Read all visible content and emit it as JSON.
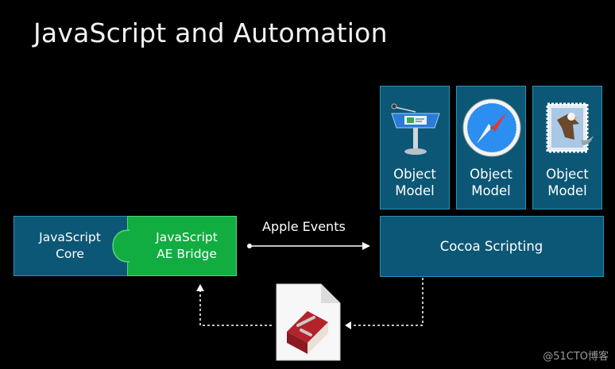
{
  "title": "JavaScript and Automation",
  "object_models": [
    {
      "label": "Object Model",
      "icon": "keynote-icon"
    },
    {
      "label": "Object Model",
      "icon": "safari-compass-icon"
    },
    {
      "label": "Object Model",
      "icon": "mail-stamp-eagle-icon"
    }
  ],
  "javascript_core": {
    "line1": "JavaScript",
    "line2": "Core"
  },
  "ae_bridge": {
    "line1": "JavaScript",
    "line2": "AE Bridge"
  },
  "arrow_label": "Apple Events",
  "cocoa_scripting": "Cocoa Scripting",
  "dictionary_icon": "scripting-dictionary-icon",
  "watermark": "@51CTO博客",
  "colors": {
    "background": "#000000",
    "box_blue": "#0c5775",
    "box_border": "#2f8fb4",
    "bridge_green": "#12ad41"
  }
}
